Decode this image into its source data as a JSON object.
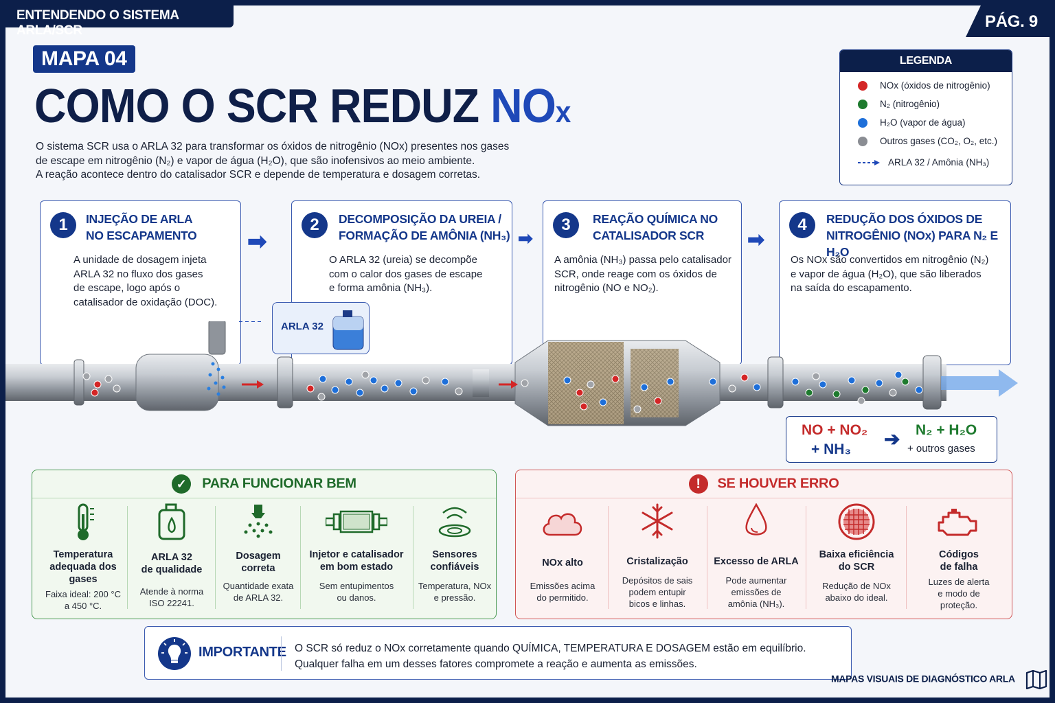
{
  "header": {
    "section_title": "ENTENDENDO O SISTEMA ARLA/SCR",
    "page": "PÁG. 9"
  },
  "map_badge": "MAPA 04",
  "title": {
    "main": "COMO O SCR REDUZ",
    "highlight": "NO",
    "highlight_sub": "x"
  },
  "intro": [
    "O sistema SCR usa o ARLA 32 para transformar os óxidos de nitrogênio (NOx) presentes nos gases",
    "de escape em nitrogênio (N₂) e vapor de água (H₂O), que são inofensivos ao meio ambiente.",
    "A reação acontece dentro do catalisador SCR e depende de temperatura e dosagem corretas."
  ],
  "legend": {
    "title": "LEGENDA",
    "items": [
      {
        "label": "NOx (óxidos de nitrogênio)",
        "color": "#d42626"
      },
      {
        "label": "N₂ (nitrogênio)",
        "color": "#1e7a2e"
      },
      {
        "label": "H₂O (vapor de água)",
        "color": "#1e6fd9"
      },
      {
        "label": "Outros gases (CO₂, O₂, etc.)",
        "color": "#8a8d93"
      }
    ],
    "arrow_label": "ARLA 32 / Amônia (NH₃)"
  },
  "steps": [
    {
      "num": "1",
      "title": [
        "INJEÇÃO DE ARLA",
        "NO ESCAPAMENTO"
      ],
      "body": [
        "A unidade de dosagem injeta",
        "ARLA 32 no fluxo dos gases",
        "de escape, logo após o",
        "catalisador de oxidação (DOC)."
      ]
    },
    {
      "num": "2",
      "title": [
        "DECOMPOSIÇÃO DA UREIA /",
        "FORMAÇÃO DE AMÔNIA (NH₃)"
      ],
      "body": [
        "O ARLA 32 (ureia) se decompõe",
        "com o calor dos gases de escape",
        "e forma amônia (NH₃)."
      ]
    },
    {
      "num": "3",
      "title": [
        "REAÇÃO QUÍMICA NO",
        "CATALISADOR SCR"
      ],
      "body": [
        "A amônia (NH₃) passa pelo catalisador",
        "SCR, onde reage com os óxidos de",
        "nitrogênio (NO e NO₂)."
      ]
    },
    {
      "num": "4",
      "title": [
        "REDUÇÃO DOS ÓXIDOS DE",
        "NITROGÊNIO (NOx) PARA N₂ E H₂O"
      ],
      "body": [
        "Os NOx são convertidos em nitrogênio (N₂)",
        "e vapor de água (H₂O), que são liberados",
        "na saída do escapamento."
      ]
    }
  ],
  "arla_tag": "ARLA 32",
  "equation": {
    "reactants_1": "NO + NO₂",
    "reactants_2": "+ NH₃",
    "products_1": "N₂ + H₂O",
    "products_2": "+ outros gases"
  },
  "ok_panel": {
    "title": "PARA FUNCIONAR BEM",
    "items": [
      {
        "title": [
          "Temperatura",
          "adequada dos",
          "gases"
        ],
        "desc": [
          "Faixa ideal: 200 °C",
          "a 450 °C."
        ],
        "icon": "thermometer-icon"
      },
      {
        "title": [
          "ARLA 32",
          "de qualidade"
        ],
        "desc": [
          "Atende à norma",
          "ISO 22241."
        ],
        "icon": "arla-jug-icon"
      },
      {
        "title": [
          "Dosagem",
          "correta"
        ],
        "desc": [
          "Quantidade exata",
          "de ARLA 32."
        ],
        "icon": "nozzle-spray-icon"
      },
      {
        "title": [
          "Injetor e catalisador",
          "em bom estado"
        ],
        "desc": [
          "Sem entupimentos",
          "ou danos."
        ],
        "icon": "catalyst-icon"
      },
      {
        "title": [
          "Sensores",
          "confiáveis"
        ],
        "desc": [
          "Temperatura, NOx",
          "e pressão."
        ],
        "icon": "sensor-icon"
      }
    ]
  },
  "err_panel": {
    "title": "SE HOUVER ERRO",
    "items": [
      {
        "title": [
          "NOx alto"
        ],
        "desc": [
          "Emissões acima",
          "do permitido."
        ],
        "icon": "cloud-icon"
      },
      {
        "title": [
          "Cristalização"
        ],
        "desc": [
          "Depósitos de sais",
          "podem entupir",
          "bicos e linhas."
        ],
        "icon": "snowflake-icon"
      },
      {
        "title": [
          "Excesso de ARLA"
        ],
        "desc": [
          "Pode aumentar",
          "emissões de",
          "amônia (NH₃)."
        ],
        "icon": "drop-icon"
      },
      {
        "title": [
          "Baixa eficiência",
          "do SCR"
        ],
        "desc": [
          "Redução de NOx",
          "abaixo do ideal."
        ],
        "icon": "catalyst-grid-icon"
      },
      {
        "title": [
          "Códigos",
          "de falha"
        ],
        "desc": [
          "Luzes de alerta",
          "e modo de",
          "proteção."
        ],
        "icon": "engine-warning-icon"
      }
    ]
  },
  "important": {
    "label": "IMPORTANTE",
    "lines": [
      "O SCR só reduz o NOx corretamente quando QUÍMICA, TEMPERATURA E DOSAGEM estão em equilíbrio.",
      "Qualquer falha em um desses fatores compromete a reação e aumenta as emissões."
    ]
  },
  "footer": "MAPAS VISUAIS DE DIAGNÓSTICO ARLA"
}
